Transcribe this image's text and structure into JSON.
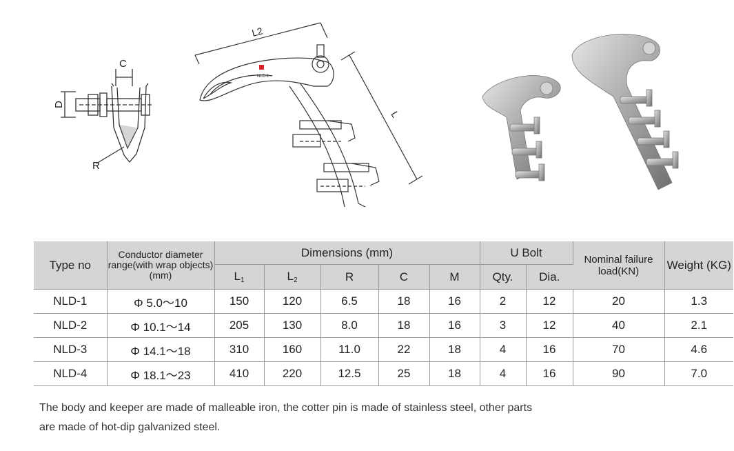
{
  "drawings": {
    "section": {
      "label_c": "C",
      "label_d": "D",
      "label_r": "R"
    },
    "side": {
      "label_l2": "L2",
      "label_l": "L",
      "model_mark": "NLD-1"
    }
  },
  "table": {
    "headers": {
      "type_no": "Type no",
      "conductor": "Conductor diameter range(with wrap objects)(mm)",
      "dimensions": "Dimensions (mm)",
      "u_bolt": "U Bolt",
      "nominal": "Nominal failure load(KN)",
      "weight": "Weight (KG)",
      "l1": "L",
      "l1_sub": "1",
      "l2": "L",
      "l2_sub": "2",
      "r": "R",
      "c": "C",
      "m": "M",
      "qty": "Qty.",
      "dia": "Dia."
    },
    "rows": [
      {
        "type": "NLD-1",
        "range": "Φ 5.0～10",
        "l1": "150",
        "l2": "120",
        "r": "6.5",
        "c": "18",
        "m": "16",
        "qty": "2",
        "dia": "12",
        "load": "20",
        "weight": "1.3"
      },
      {
        "type": "NLD-2",
        "range": "Φ 10.1～14",
        "l1": "205",
        "l2": "130",
        "r": "8.0",
        "c": "18",
        "m": "16",
        "qty": "3",
        "dia": "12",
        "load": "40",
        "weight": "2.1"
      },
      {
        "type": "NLD-3",
        "range": "Φ 14.1～18",
        "l1": "310",
        "l2": "160",
        "r": "11.0",
        "c": "22",
        "m": "18",
        "qty": "4",
        "dia": "16",
        "load": "70",
        "weight": "4.6"
      },
      {
        "type": "NLD-4",
        "range": "Φ 18.1～23",
        "l1": "410",
        "l2": "220",
        "r": "12.5",
        "c": "25",
        "m": "18",
        "qty": "4",
        "dia": "16",
        "load": "90",
        "weight": "7.0"
      }
    ]
  },
  "note": {
    "line1": "The body and keeper are made of malleable iron, the cotter pin is made of stainless steel, other parts",
    "line2": "are made of hot-dip galvanized steel."
  }
}
